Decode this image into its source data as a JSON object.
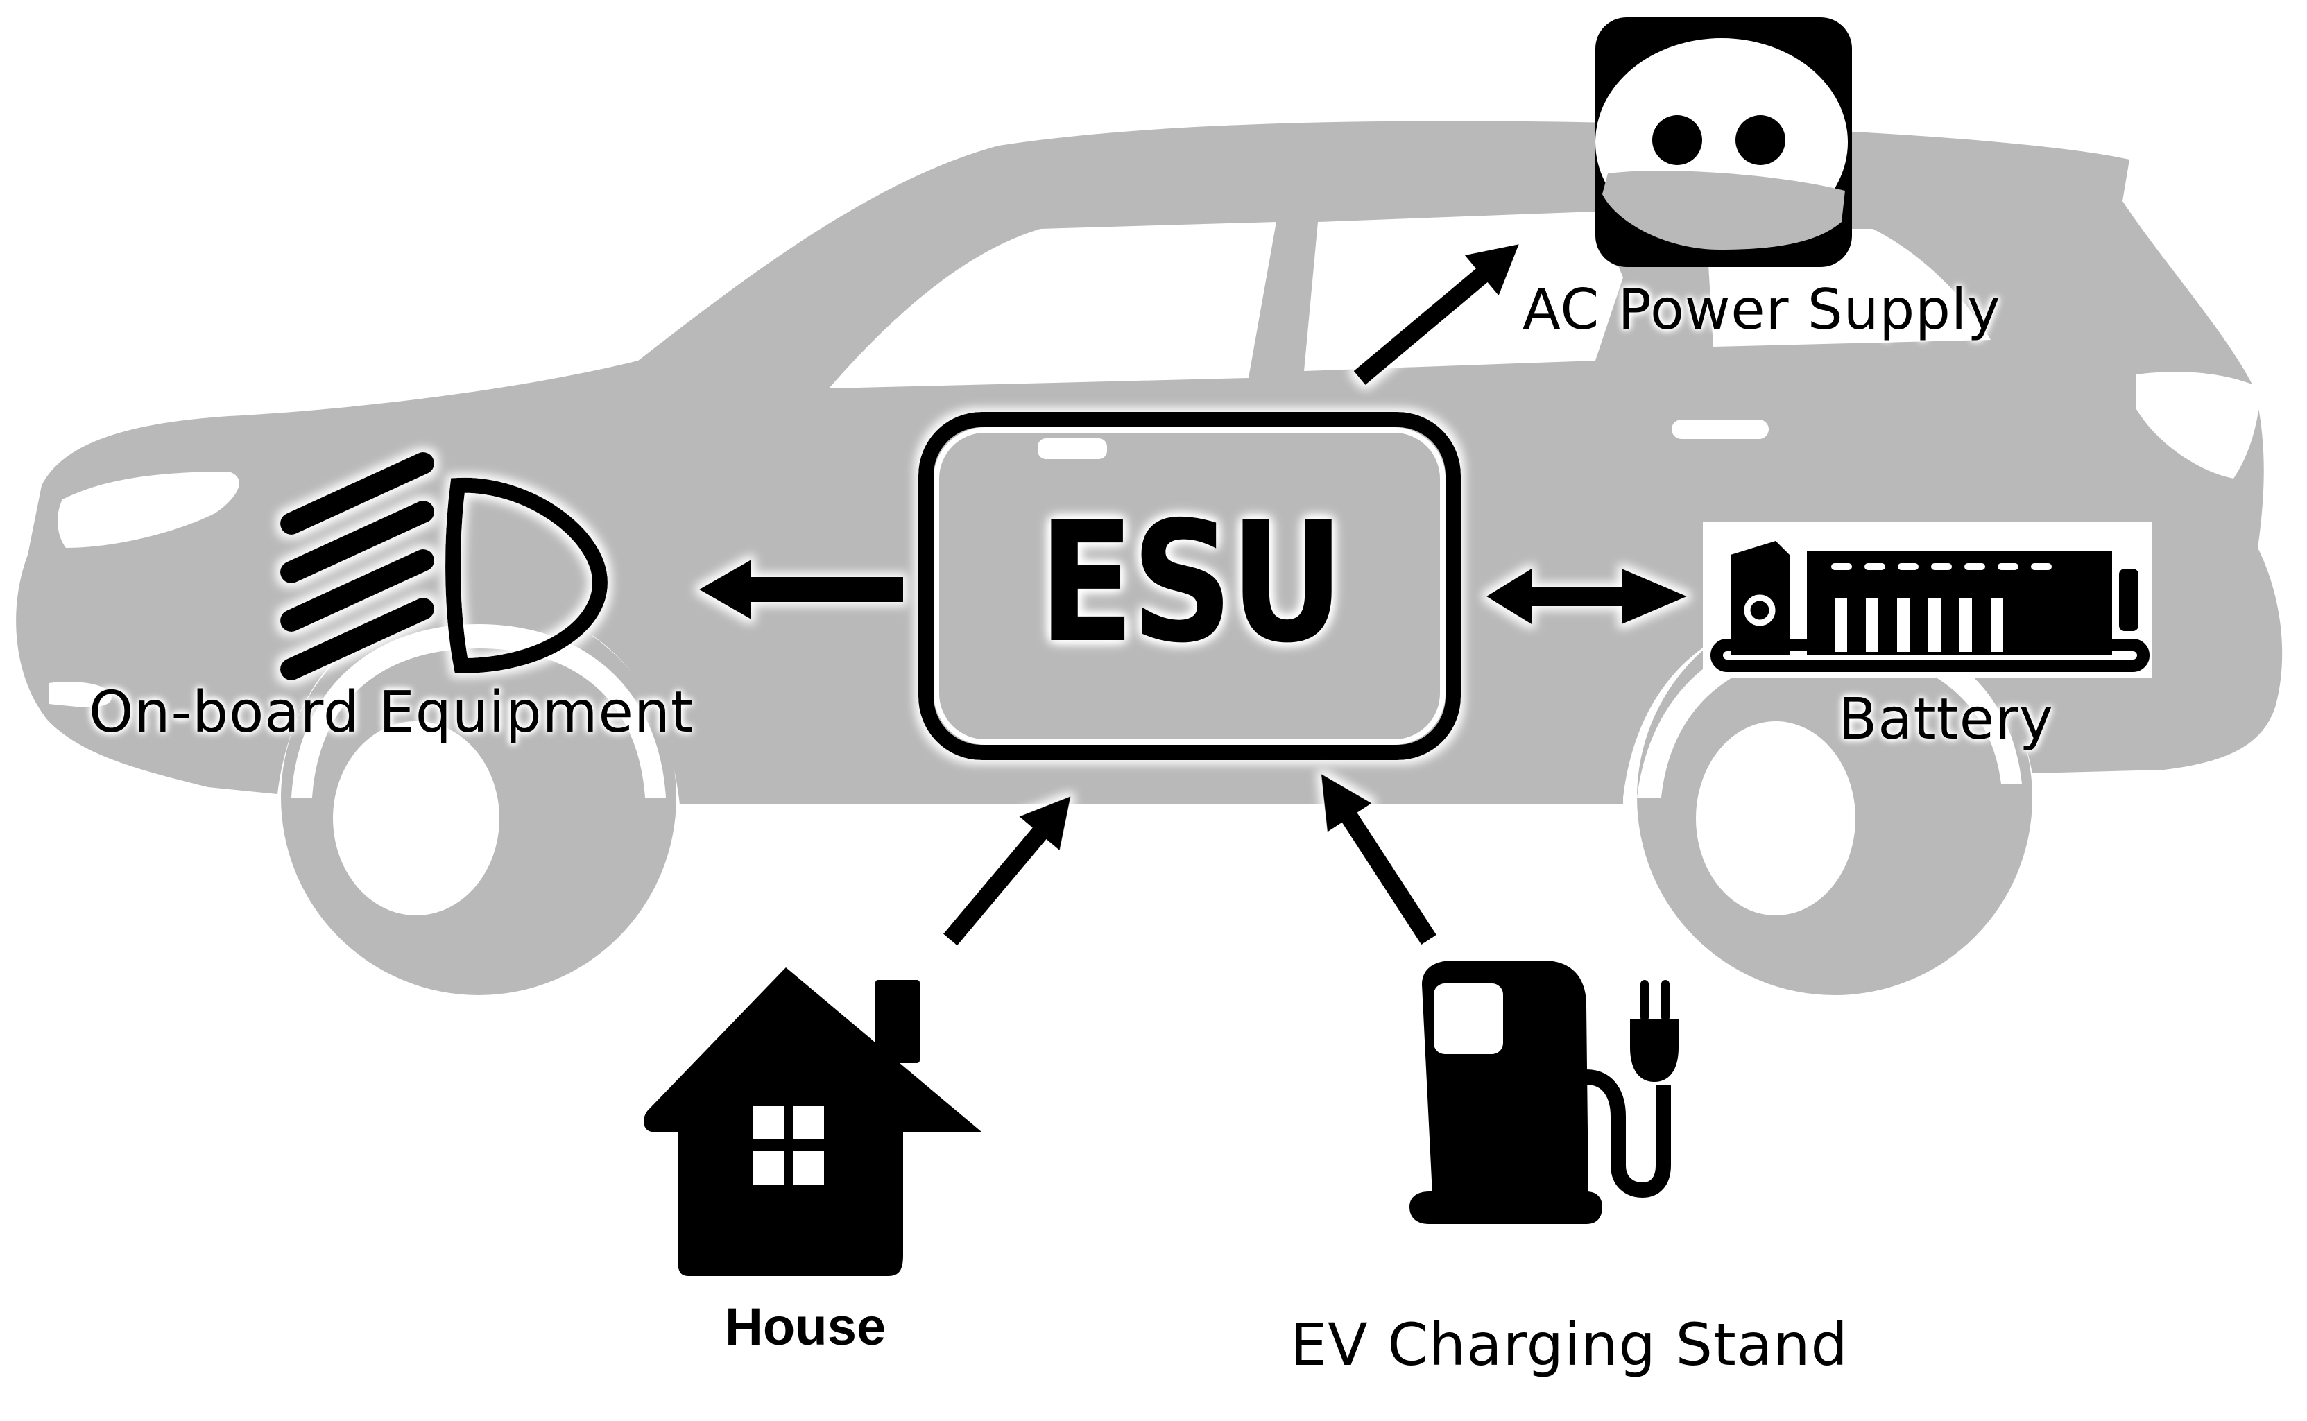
{
  "diagram": {
    "title": "ESU power flow in vehicle",
    "center": {
      "id": "esu",
      "label": "ESU"
    },
    "nodes": [
      {
        "id": "onboard",
        "label": "On-board Equipment",
        "icon": "headlight-icon"
      },
      {
        "id": "ac",
        "label": "AC Power Supply",
        "icon": "power-outlet-icon"
      },
      {
        "id": "battery",
        "label": "Battery",
        "icon": "battery-pack-icon"
      },
      {
        "id": "house",
        "label": "House",
        "icon": "house-icon"
      },
      {
        "id": "ev",
        "label": "EV Charging Stand",
        "icon": "ev-charger-icon"
      }
    ],
    "edges": [
      {
        "from": "esu",
        "to": "onboard",
        "direction": "one-way"
      },
      {
        "from": "esu",
        "to": "ac",
        "direction": "one-way"
      },
      {
        "from": "esu",
        "to": "battery",
        "direction": "two-way"
      },
      {
        "from": "house",
        "to": "esu",
        "direction": "one-way"
      },
      {
        "from": "ev",
        "to": "esu",
        "direction": "one-way"
      }
    ],
    "background": {
      "icon": "car-silhouette-icon"
    },
    "colors": {
      "car": "#b9b9b9",
      "ink": "#000000",
      "background": "#ffffff"
    }
  }
}
